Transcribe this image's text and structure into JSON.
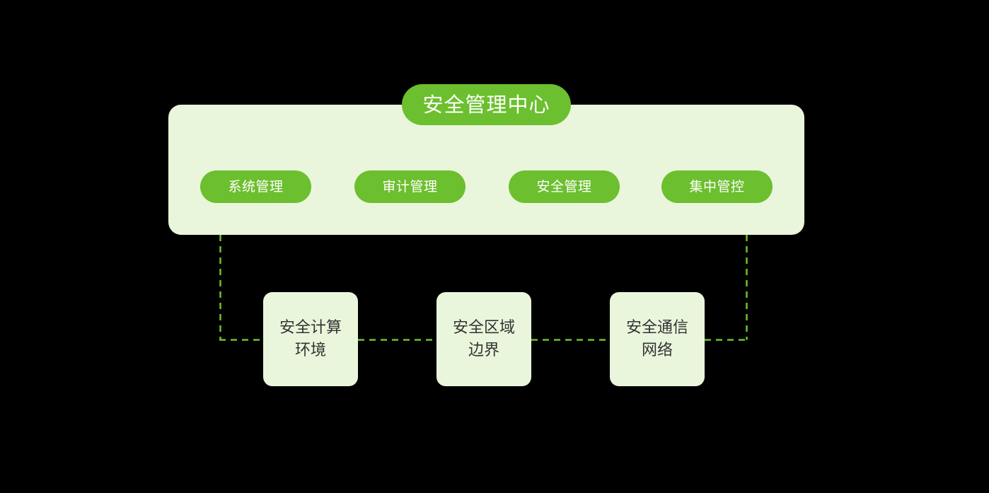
{
  "diagram": {
    "title_badge": {
      "label": "安全管理中心"
    },
    "management_panel": {
      "accent_color": "#6cbf2e",
      "panel_color": "#eaf6dc",
      "pills": [
        {
          "label": "系统管理"
        },
        {
          "label": "审计管理"
        },
        {
          "label": "安全管理"
        },
        {
          "label": "集中管控"
        }
      ]
    },
    "layers": [
      {
        "label": "安全计算环境"
      },
      {
        "label": "安全区域边界"
      },
      {
        "label": "安全通信网络"
      }
    ],
    "connector": {
      "style": "dashed",
      "color": "#6cbf2e"
    }
  }
}
